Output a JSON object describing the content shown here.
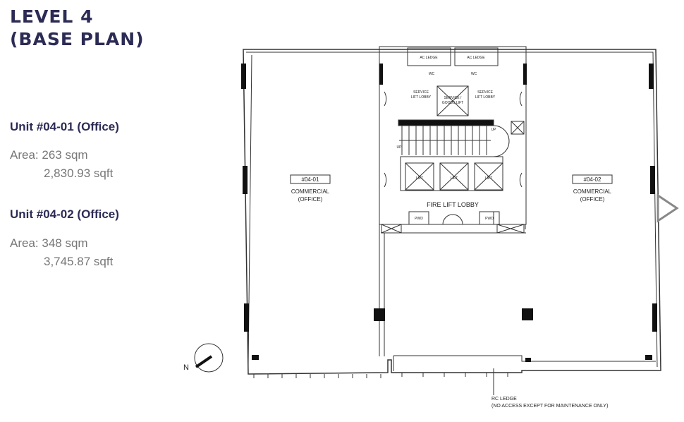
{
  "title": {
    "line1": "LEVEL 4",
    "line2": "(BASE PLAN)"
  },
  "units": [
    {
      "name": "Unit #04-01 (Office)",
      "area_label": "Area:",
      "sqm": "263 sqm",
      "sqft": "2,830.93 sqft"
    },
    {
      "name": "Unit #04-02 (Office)",
      "area_label": "Area:",
      "sqm": "348 sqm",
      "sqft": "3,745.87 sqft"
    }
  ],
  "plan": {
    "ac_ledge": "AC LEDGE",
    "wc": "WC",
    "service_lobby_1": "SERVICE",
    "service_lobby_2": "LIFT LOBBY",
    "goods_lift_1": "SERVICE /",
    "goods_lift_2": "GOODS LIFT",
    "up": "UP",
    "lift": "LIFT",
    "fire_lift_lobby": "FIRE LIFT LOBBY",
    "pwd": "PWD",
    "unit1_no": "#04-01",
    "unit2_no": "#04-02",
    "commercial": "COMMERCIAL",
    "office": "(OFFICE)",
    "rc_ledge": "RC LEDGE",
    "rc_note": "(NO ACCESS EXCEPT FOR MAINTENANCE ONLY)",
    "north": "N"
  },
  "next_icon": "play-triangle-icon"
}
